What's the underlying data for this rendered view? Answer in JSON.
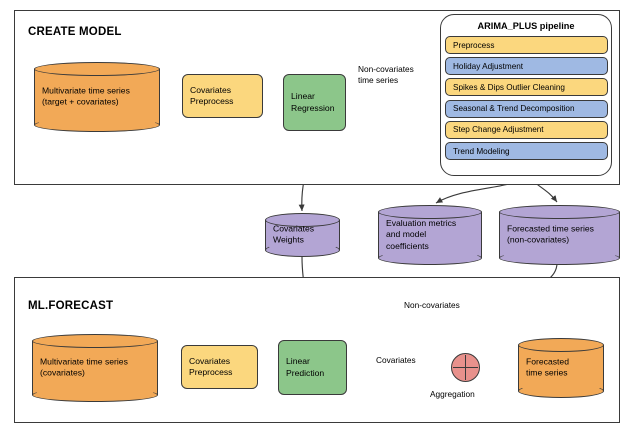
{
  "colors": {
    "orange": "#F2A957",
    "yellow": "#FBD77E",
    "green": "#8CC68A",
    "purple": "#B3A5D4",
    "blue": "#9FB9E3",
    "pink": "#E8918C",
    "stroke": "#3a3a3a",
    "background": "#FFFFFF"
  },
  "create_model": {
    "title": "CREATE MODEL",
    "source_cylinder": "Multivariate time series\n(target + covariates)",
    "preprocess_box": "Covariates\nPreprocess",
    "regression_box": "Linear\nRegression",
    "edge_label": "Non-covariates\ntime series"
  },
  "pipeline": {
    "title": "ARIMA_PLUS pipeline",
    "steps": [
      {
        "label": "Preprocess",
        "color": "#FBD77E"
      },
      {
        "label": "Holiday Adjustment",
        "color": "#9FB9E3"
      },
      {
        "label": "Spikes & Dips Outlier Cleaning",
        "color": "#FBD77E"
      },
      {
        "label": "Seasonal & Trend Decomposition",
        "color": "#9FB9E3"
      },
      {
        "label": "Step Change Adjustment",
        "color": "#FBD77E"
      },
      {
        "label": "Trend Modeling",
        "color": "#9FB9E3"
      }
    ]
  },
  "artifacts": {
    "covariates_weights": "Covariates\nWeights",
    "evaluation_metrics": "Evaluation metrics\nand model\ncoefficients",
    "forecasted_non_covariates": "Forecasted time series\n(non-covariates)"
  },
  "ml_forecast": {
    "title": "ML.FORECAST",
    "source_cylinder": "Multivariate time series\n(covariates)",
    "preprocess_box": "Covariates\nPreprocess",
    "prediction_box": "Linear\nPrediction",
    "covariates_label": "Covariates",
    "non_covariates_label": "Non-covariates",
    "aggregation_label": "Aggregation",
    "output_cylinder": "Forecasted\ntime series"
  }
}
